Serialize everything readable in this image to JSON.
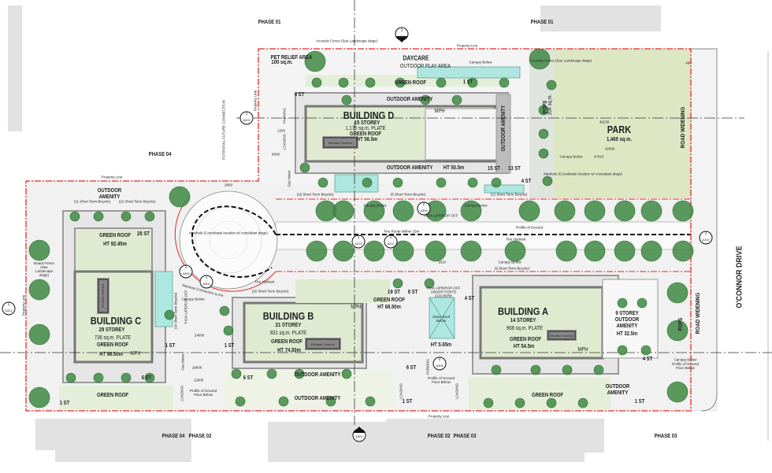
{
  "colors": {
    "property_line": "#e32b2b",
    "green_roof": "#dfead0",
    "park": "#dde7c4",
    "tree": "#3f8a43",
    "glass": "#aee6e0",
    "podium": "#a8a8a8",
    "grey_box": "#e2e2e2"
  },
  "street": {
    "name": "O'CONNOR DRIVE"
  },
  "phases": {
    "p01_a": "PHASE 01",
    "p01_b": "PHASE 01",
    "p04_top": "PHASE 04",
    "p04_bottom": "PHASE 04",
    "p02_bottom_left": "PHASE 02",
    "p02_bottom": "PHASE 02",
    "p03_bottom": "PHASE 03",
    "p03_right": "PHASE 03"
  },
  "buildings": {
    "a": {
      "name": "BUILDING A",
      "storey": "14 STOREY",
      "plate": "968 sq.m. PLATE",
      "roof": "GREEN ROOF",
      "height": "HT 54.5m",
      "mph": "MPH"
    },
    "b": {
      "name": "BUILDING B",
      "storey": "21 STOREY",
      "plate": "831 sq.m. PLATE",
      "roof": "GREEN ROOF",
      "height": "HT 74.50m",
      "mph": "MPH"
    },
    "c": {
      "name": "BUILDING C",
      "storey": "29 STOREY",
      "plate": "736 sq.m. PLATE",
      "roof": "GREEN ROOF",
      "height": "HT 98.50m",
      "mph": "MPH",
      "upper_roof": "GREEN ROOF",
      "upper_height": "HT 92.45m",
      "upper_st": "28 ST"
    },
    "d": {
      "name": "BUILDING D",
      "storey": "15 STOREY",
      "plate": "1,175 sq.m. PLATE",
      "roof": "GREEN ROOF",
      "height": "HT 56.5m",
      "mph": "MPH"
    }
  },
  "elevator_overrun": "Elevator Overrun",
  "park": {
    "name": "PARK",
    "area": "1,465 sq.m."
  },
  "labels": {
    "pet_relief": "PET RELIEF AREA",
    "pet_relief_area": "100 sq.m.",
    "daycare": "DAYCARE",
    "outdoor_play": "OUTDOOR PLAY AREA",
    "acoustic_fence": "Acoustic Fence (See Landscape dwgs)",
    "property_line": "Property Line",
    "green_roof": "GREEN ROOF",
    "outdoor_amenity": "OUTDOOR AMENITY",
    "outdoor": "OUTDOOR",
    "amenity": "AMENITY",
    "canopy_below": "Canopy Below",
    "manhole_park": "Manhole (Coordinate location w/ consultant dwgs)",
    "manhole_circle": "Manhole (Coordinate location w/ consultant dwgs)",
    "pops": "POPS",
    "pops_area": "204 sq.m.",
    "road_widening": "ROAD WIDENING",
    "pickup": "PICK-UP/DROP-OFF",
    "pickup_porte": "PICK-UP/DROP-OFF UNDER PORTE COCHERE",
    "glass_roof": "Glass Roof Below",
    "ht_porte": "HT 5.65m",
    "fire_route": "Fire Route Within 15m",
    "fire_hydrant": "Fire Hydrant",
    "profile_ground": "Profile of Ground Floor Below",
    "profile_ground_short": "Profile of Ground",
    "nine_storey": "9 STOREY",
    "ht_325": "HT 32.5m",
    "ht_505": "HT 50.5m",
    "ht_6850": "HT 68.50m",
    "board_fence": "Board Fence (See Landscape dwgs)",
    "potential_connection": "POTENTIAL FUTURE CONNECTION",
    "parking": "PARKING",
    "loading": "LOADING",
    "gas_meter": "Gas Meter",
    "bike_11": "(11 Short Term Bicycle)",
    "bike_22": "(22 Short Term Bicycle)",
    "bike_18": "(18 Short Term Bicycle)",
    "bike_5": "(5 Short Term Bicycle)",
    "bike_12": "(12 Short Term Bicycle)",
    "bike_9": "(9 Short Term Bicycle)",
    "bike_16": "(16 Short Term Bicycle)",
    "bike_10": "(10 Short Term Bicycle)",
    "siamese": "Siamese Connection to FH"
  },
  "storeys": {
    "s1": "1 ST",
    "s4": "4 ST",
    "s6": "6 ST",
    "s13": "13 ST",
    "s15": "15 ST",
    "s19": "19 ST",
    "s8": "8 ST"
  },
  "dims": {
    "d2800": "2800",
    "d1200": "1200",
    "d9000": "9000",
    "d4520": "45230",
    "d4200": "42600",
    "d4750": "47510",
    "d400": "400",
    "d24000": "24000",
    "d18000": "18000",
    "d12000": "12000",
    "d1810": "1810"
  },
  "section_markers": [
    {
      "num": "1",
      "ref": "A305"
    },
    {
      "num": "1",
      "ref": "A202"
    },
    {
      "num": "2",
      "ref": "A305"
    },
    {
      "num": "1",
      "ref": "A202"
    },
    {
      "num": "1",
      "ref": "A211"
    },
    {
      "num": "1",
      "ref": "A310"
    },
    {
      "num": "1",
      "ref": "A306"
    },
    {
      "num": "1",
      "ref": "A304"
    },
    {
      "num": "1",
      "ref": "A312"
    },
    {
      "num": "1",
      "ref": "A303"
    },
    {
      "num": "2",
      "ref": "A306"
    }
  ]
}
